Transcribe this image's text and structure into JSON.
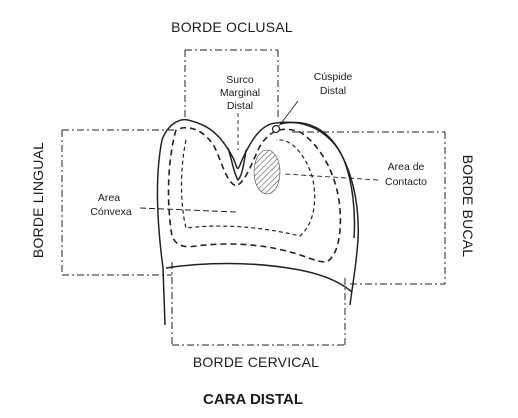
{
  "figure": {
    "title": "CARA DISTAL",
    "borders": {
      "top": "BORDE OCLUSAL",
      "bottom": "BORDE CERVICAL",
      "left": "BORDE LINGUAL",
      "right": "BORDE BUCAL"
    },
    "annotations": {
      "marginal_groove": [
        "Surco",
        "Marginal",
        "Distal"
      ],
      "distal_cusp": [
        "Cúspide",
        "Distal"
      ],
      "contact_area": [
        "Area de",
        "Contacto"
      ],
      "convex_area": [
        "Area",
        "Cónvexa"
      ]
    }
  }
}
